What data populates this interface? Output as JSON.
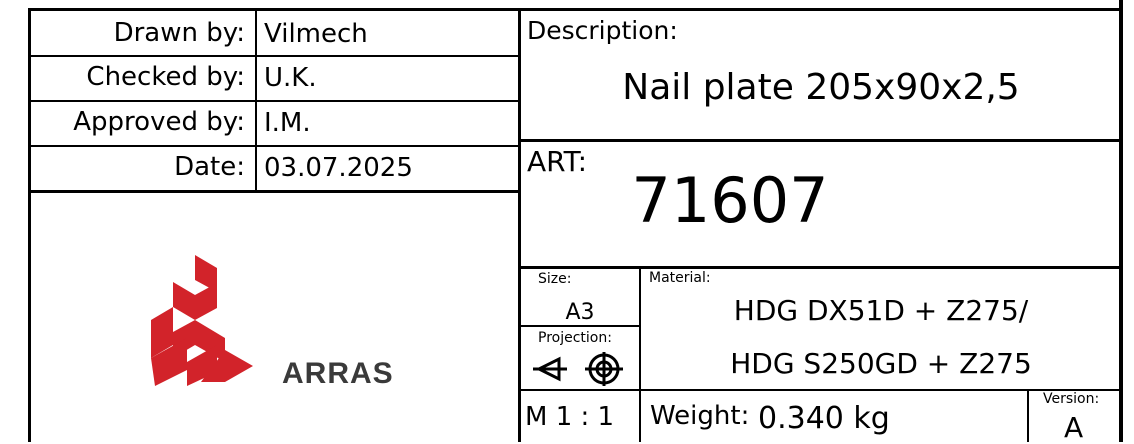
{
  "left": {
    "drawn_by_label": "Drawn by:",
    "drawn_by_value": "Vilmech",
    "checked_by_label": "Checked by:",
    "checked_by_value": "U.K.",
    "approved_by_label": "Approved by:",
    "approved_by_value": "I.M.",
    "date_label": "Date:",
    "date_value": "03.07.2025",
    "logo_text": "ARRAS"
  },
  "right": {
    "description_label": "Description:",
    "description_value": "Nail plate 205x90x2,5",
    "art_label": "ART:",
    "art_value": "71607",
    "size_label": "Size:",
    "size_value": "A3",
    "projection_label": "Projection:",
    "material_label": "Material:",
    "material_line1": "HDG DX51D + Z275/",
    "material_line2": "HDG S250GD + Z275",
    "scale_value": "M 1 : 1",
    "weight_label": "Weight:",
    "weight_value": "0.340 kg",
    "version_label": "Version:",
    "version_value": "A"
  },
  "colors": {
    "logo_red": "#d2232a",
    "logo_text": "#3a3a3a",
    "line": "#000000"
  }
}
